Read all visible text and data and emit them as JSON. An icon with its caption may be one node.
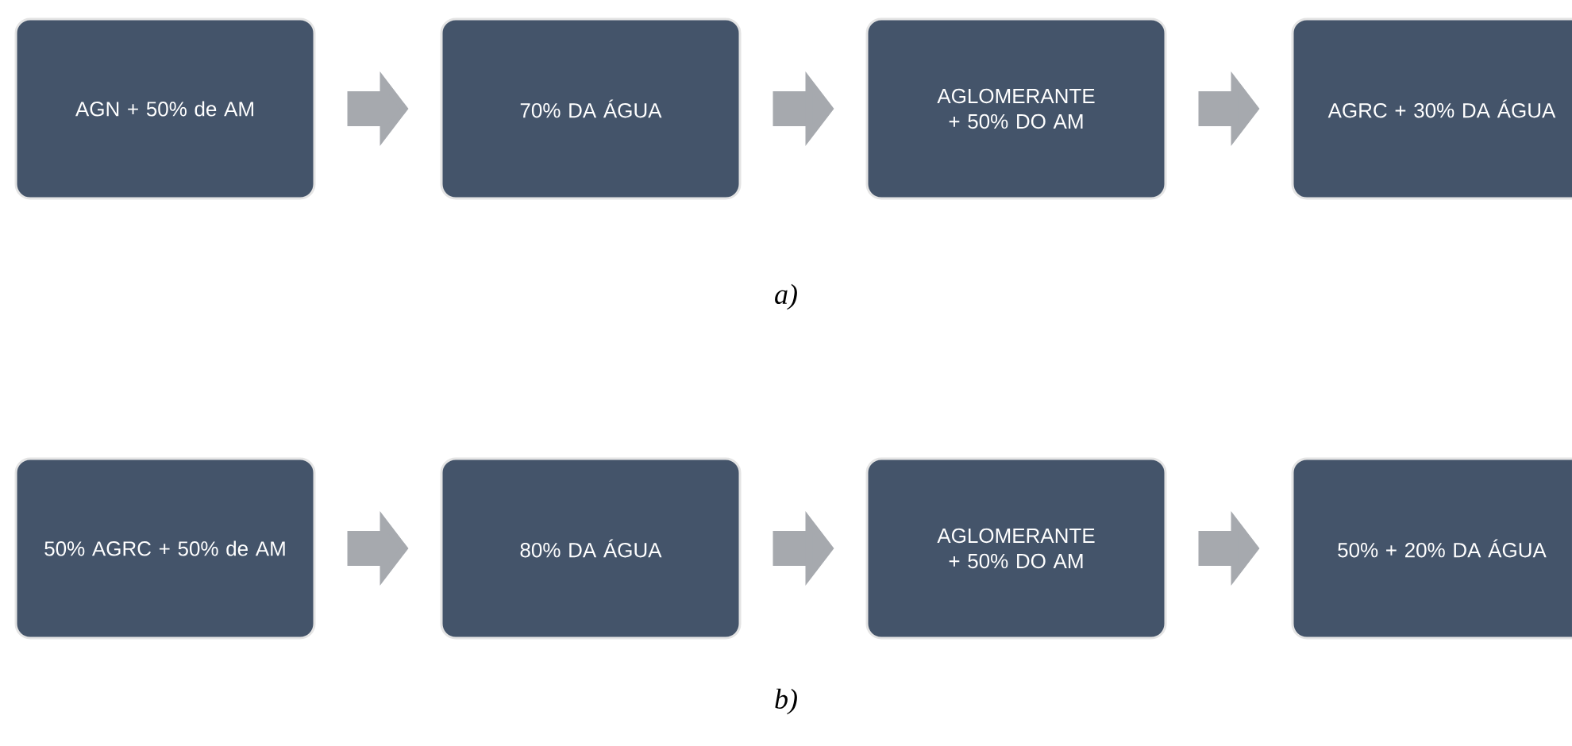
{
  "diagram": {
    "nodes": [
      {
        "text": [
          "AGN + 50% de AM"
        ]
      },
      {
        "text": [
          "70% DA ÁGUA"
        ]
      },
      {
        "text": [
          "AGLOMERANTE + 50% DO AM"
        ]
      },
      {
        "text": [
          "AGRC + 30% DA ÁGUA"
        ]
      },
      {
        "text": [
          "50% AGRC + 50% de AM"
        ]
      },
      {
        "text": [
          "80% DA ÁGUA"
        ]
      },
      {
        "text": [
          "AGLOMERANTE + 50% DO AM"
        ]
      },
      {
        "text": [
          "50% + 20% DA ÁGUA"
        ]
      }
    ],
    "edges": [
      {
        "from": 0,
        "to": 1,
        "arrow": "to"
      },
      {
        "from": 1,
        "to": 2,
        "arrow": "to"
      },
      {
        "from": 2,
        "to": 3,
        "arrow": "to"
      },
      {
        "from": 4,
        "to": 5,
        "arrow": "to"
      },
      {
        "from": 5,
        "to": 6,
        "arrow": "to"
      },
      {
        "from": 6,
        "to": 7,
        "arrow": "to"
      }
    ],
    "labels": [
      "a)",
      "b)"
    ]
  }
}
